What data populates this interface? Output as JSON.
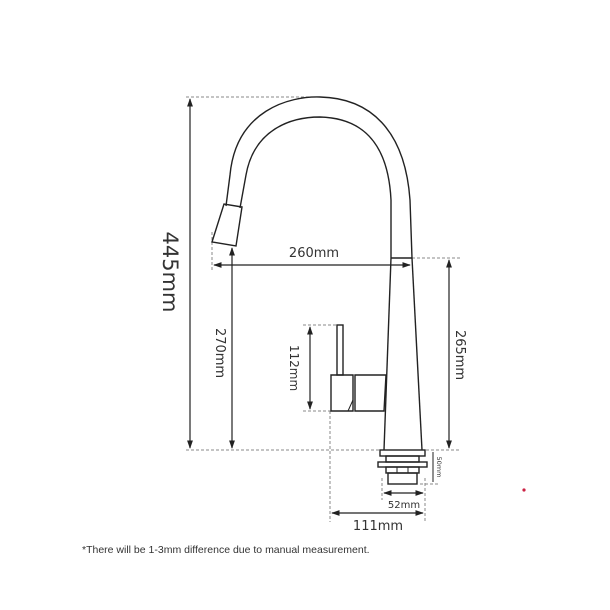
{
  "diagram": {
    "subject": "pull-down kitchen faucet dimensions",
    "dimensions": {
      "total_height": "445mm",
      "reach": "260mm",
      "spout_clearance": "270mm",
      "body_height": "265mm",
      "handle_height": "112mm",
      "base_thread_height": "50mm",
      "thread_diameter": "52mm",
      "base_width": "111mm"
    },
    "colors": {
      "line": "#222222",
      "dashed": "#888888",
      "text": "#333333",
      "marker_dot": "#cc2244"
    }
  },
  "footnote": "*There will be 1-3mm difference due to manual measurement."
}
